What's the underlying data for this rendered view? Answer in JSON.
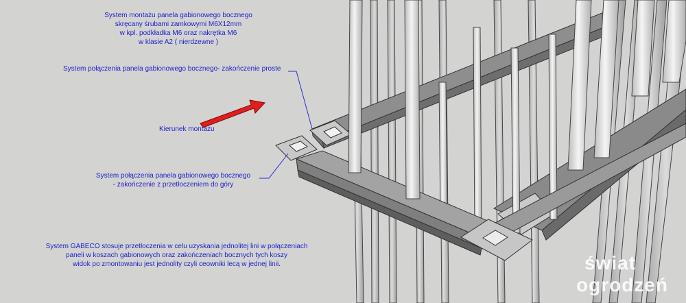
{
  "colors": {
    "background": "#d3d3d1",
    "label_text": "#1f22c9",
    "arrow": "#e01e1e",
    "rod": "#d9d9d9",
    "channel": "#8f8f8f",
    "watermark": "#ffffff"
  },
  "labels": {
    "mounting": "System montażu panela gabionowego bocznego\nskręcany śrubami zamkowymi M6X12mm\nw kpl. podkładka M6 oraz nakrętka M6\nw klasie A2 ( nierdzewne )",
    "straight_end": "System połączenia panela gabionowego bocznego- zakończenie proste",
    "direction": "Kierunek montażu",
    "offset_end": "System połączenia panela gabionowego bocznego\n- zakończenie z przetłoczeniem do góry",
    "gabeco_note": "System GABECO stosuje przetłoczenia w celu uzyskania jednolitej lini w połączeniach\npaneli w koszach gabionowych oraz zakończeniach bocznych tych koszy\nwidok po zmontowaniu jest jednolity czyli ceowniki lecą w jednej linii."
  },
  "watermark": {
    "line1": "świat",
    "line2": "ogrodzeń"
  }
}
